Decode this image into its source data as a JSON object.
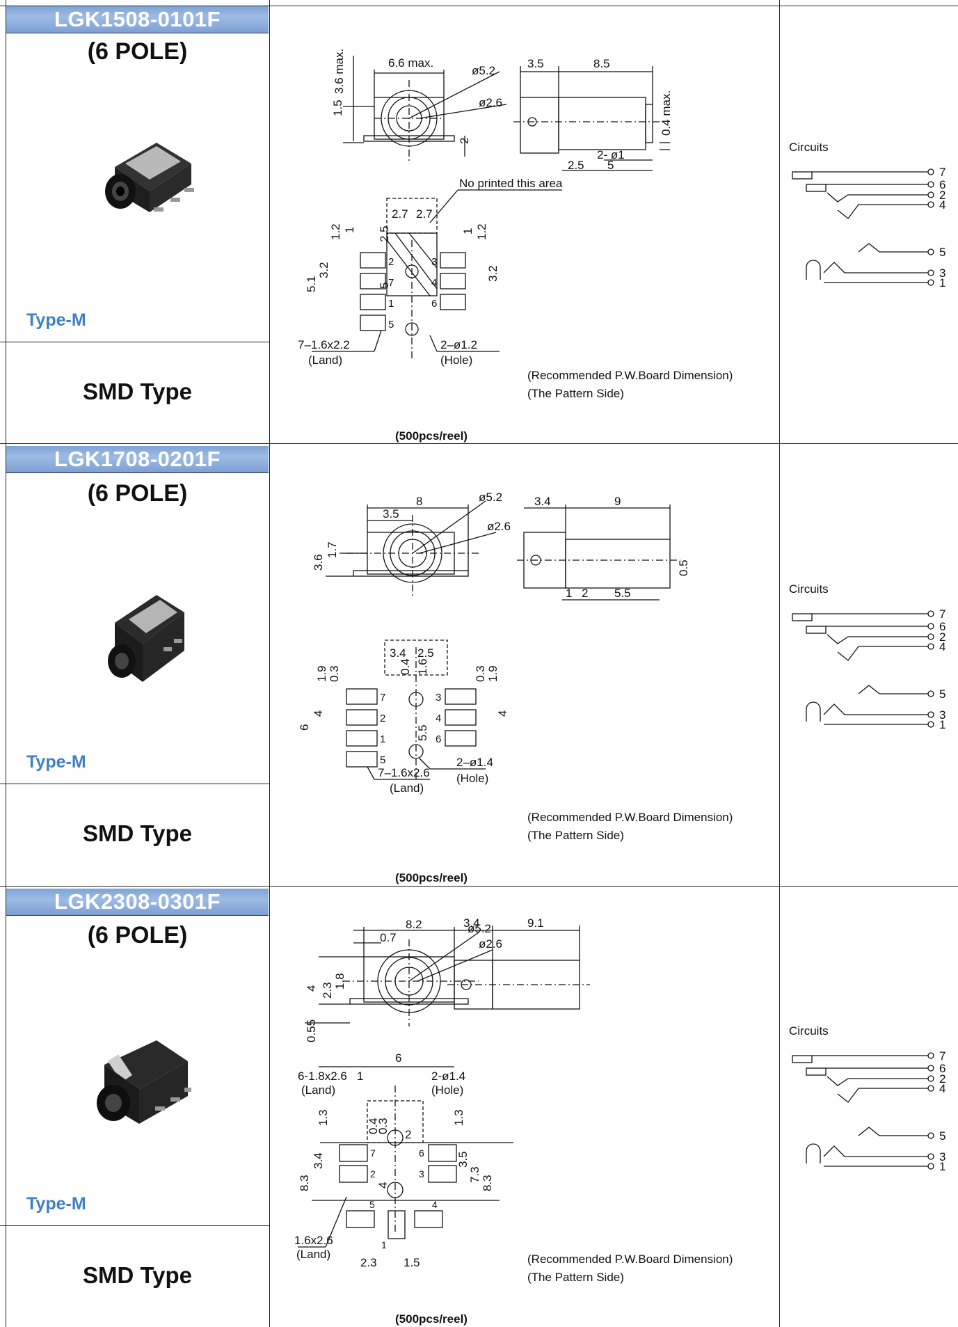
{
  "products": [
    {
      "model": "LGK1508-0101F",
      "pole": "(6 POLE)",
      "type_label": "Type-M",
      "mount": "SMD Type",
      "packing": "(500pcs/reel)",
      "pcb_note_1": "(Recommended P.W.Board Dimension)",
      "pcb_note_2": "(The Pattern Side)",
      "circuits_label": "Circuits",
      "circuit_pins": [
        "7",
        "6",
        "2",
        "4",
        "5",
        "3",
        "1"
      ],
      "front_view": {
        "width": "6.6 max.",
        "height": "3.6 max.",
        "d_outer": "ø5.2",
        "d_inner": "ø2.6",
        "center_h": "1.5",
        "foot": "2"
      },
      "side_view": {
        "front_len": "3.5",
        "body_len": "8.5",
        "thickness": "0.4 max.",
        "peg": "2- ø1",
        "peg_offset": "2.5",
        "peg_pitch": "5"
      },
      "land": {
        "note": "No printed this area",
        "top_a": "2.7",
        "top_b": "2.7",
        "v_a": "2.5",
        "v_b": "5",
        "left_a": "1.2",
        "left_b": "1",
        "left_c": "3.2",
        "left_d": "5.1",
        "right_a": "1",
        "right_b": "1.2",
        "right_c": "3.2",
        "land_spec": "7–1.6x2.2",
        "land_label": "(Land)",
        "hole_spec": "2–ø1.2",
        "hole_label": "(Hole)",
        "pads_left": [
          "2",
          "7",
          "1",
          "5"
        ],
        "pads_right": [
          "3",
          "4",
          "6"
        ]
      }
    },
    {
      "model": "LGK1708-0201F",
      "pole": "(6 POLE)",
      "type_label": "Type-M",
      "mount": "SMD Type",
      "packing": "(500pcs/reel)",
      "pcb_note_1": "(Recommended P.W.Board Dimension)",
      "pcb_note_2": "(The Pattern Side)",
      "circuits_label": "Circuits",
      "circuit_pins": [
        "7",
        "6",
        "2",
        "4",
        "5",
        "3",
        "1"
      ],
      "front_view": {
        "width": "8",
        "half": "3.5",
        "d_outer": "ø5.2",
        "d_inner": "ø2.6",
        "height": "3.6",
        "center_h": "1.7"
      },
      "side_view": {
        "front_len": "3.4",
        "body_len": "9",
        "thickness": "0.5",
        "a": "1",
        "b": "2",
        "c": "5.5"
      },
      "land": {
        "top_a": "3.4",
        "top_b": "2.5",
        "v_a": "0.4",
        "v_b": "1.6",
        "v_c": "5.5",
        "left_a": "1.9",
        "left_b": "0.3",
        "left_c": "4",
        "left_d": "6",
        "right_a": "0.3",
        "right_b": "1.9",
        "right_c": "4",
        "hole_spec": "2–ø1.4",
        "hole_label": "(Hole)",
        "land_spec": "7–1.6x2.6",
        "land_label": "(Land)",
        "pads_left": [
          "7",
          "2",
          "1",
          "5"
        ],
        "pads_right": [
          "3",
          "4",
          "6"
        ]
      }
    },
    {
      "model": "LGK2308-0301F",
      "pole": "(6 POLE)",
      "type_label": "Type-M",
      "mount": "SMD Type",
      "packing": "(500pcs/reel)",
      "pcb_note_1": "(Recommended P.W.Board Dimension)",
      "pcb_note_2": "(The Pattern Side)",
      "circuits_label": "Circuits",
      "circuit_pins": [
        "7",
        "6",
        "2",
        "4",
        "5",
        "3",
        "1"
      ],
      "front_view": {
        "width": "8.2",
        "offset": "0.7",
        "d_outer": "ø5.2",
        "d_inner": "ø2.6",
        "height": "4",
        "h_a": "1.8",
        "h_b": "2.3",
        "foot": "0.55"
      },
      "side_view": {
        "front_len": "3.4",
        "body_len": "9.1"
      },
      "land": {
        "width": "6",
        "land_spec": "6-1.8x2.6",
        "land_label": "(Land)",
        "hole_spec": "2-ø1.4",
        "hole_label": "(Hole)",
        "gap": "1",
        "v_a": "1.3",
        "v_b": "0.4",
        "v_c": "0.3",
        "v_d": "2",
        "v_e": "1.3",
        "left_a": "3.4",
        "left_b": "8.3",
        "center_v": "4",
        "right_a": "3.5",
        "right_b": "7.3",
        "right_c": "8.3",
        "land2_spec": "1.6x2.6",
        "land2_label": "(Land)",
        "bottom_a": "2.3",
        "bottom_b": "1.5",
        "pads": [
          "7",
          "2",
          "6",
          "3",
          "5",
          "1",
          "4"
        ]
      }
    }
  ]
}
